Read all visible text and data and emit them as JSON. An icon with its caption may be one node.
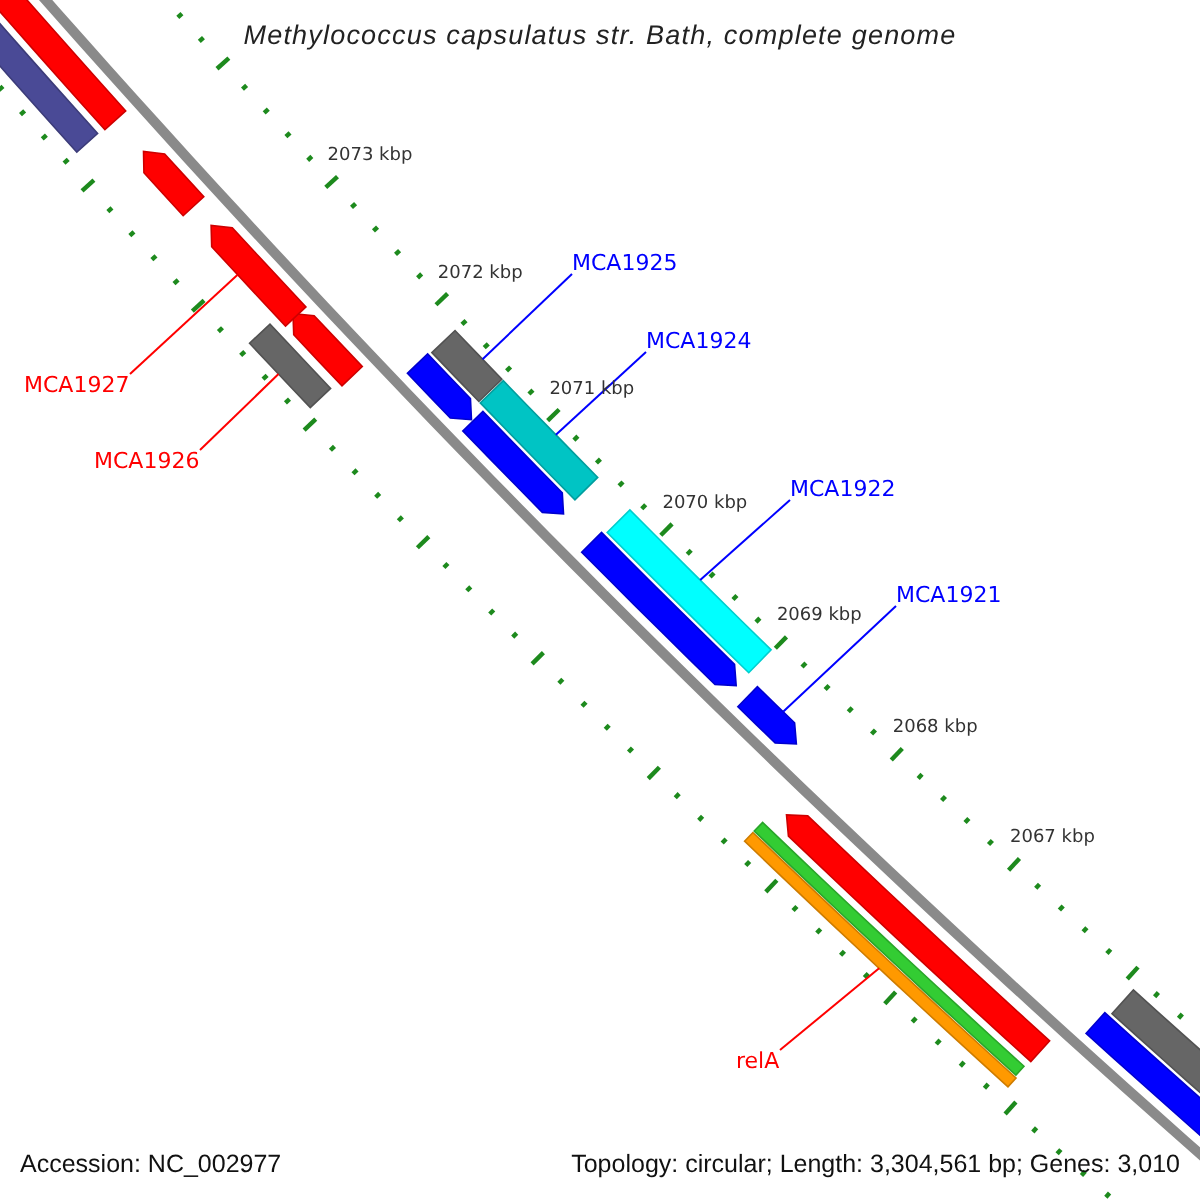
{
  "diagram": {
    "title": "Methylococcus capsulatus str. Bath, complete genome",
    "nodes": [
      {
        "text": [
          "MCA1925"
        ]
      },
      {
        "text": [
          "MCA1924"
        ]
      },
      {
        "text": [
          "MCA1927"
        ]
      },
      {
        "text": [
          "MCA1926"
        ]
      },
      {
        "text": [
          "MCA1922"
        ]
      },
      {
        "text": [
          "MCA1921"
        ]
      },
      {
        "text": [
          "relA"
        ]
      },
      {
        "text": [],
        "shape": "bar"
      },
      {
        "text": [],
        "shape": "bar"
      },
      {
        "text": [],
        "shape": "arrow"
      },
      {
        "text": [],
        "shape": "arrow"
      },
      {
        "text": [],
        "shape": "bar"
      },
      {
        "text": [],
        "shape": "arrow"
      },
      {
        "text": [],
        "shape": "arrow"
      },
      {
        "text": [],
        "shape": "bar"
      },
      {
        "text": [],
        "shape": "bar"
      },
      {
        "text": [],
        "shape": "arrow"
      },
      {
        "text": [],
        "shape": "arrow"
      },
      {
        "text": [],
        "shape": "bar"
      },
      {
        "text": [],
        "shape": "arrow"
      },
      {
        "text": [],
        "shape": "bar"
      },
      {
        "text": [],
        "shape": "bar"
      },
      {
        "text": [],
        "shape": "arrow"
      },
      {
        "text": [],
        "shape": "bar"
      },
      {
        "text": [],
        "shape": "bar"
      }
    ],
    "edges": [
      {
        "from": 0,
        "to": 14,
        "arrow": "none"
      },
      {
        "from": 1,
        "to": 15,
        "arrow": "none"
      },
      {
        "from": 2,
        "to": 10,
        "arrow": "none",
        "color": "#ff0000"
      },
      {
        "from": 3,
        "to": 11,
        "arrow": "none",
        "color": "#ff0000"
      },
      {
        "from": 4,
        "to": 18,
        "arrow": "none"
      },
      {
        "from": 5,
        "to": 19,
        "arrow": "none"
      },
      {
        "from": 6,
        "to": 21,
        "arrow": "none",
        "color": "#ff0000"
      }
    ],
    "labels": [
      "2073 kbp",
      "2072 kbp",
      "2071 kbp",
      "2070 kbp",
      "2069 kbp",
      "2068 kbp",
      "2067 kbp",
      "Accession: NC_002977",
      "Topology: circular; Length: 3,304,561 bp; Genes: 3,010"
    ]
  }
}
